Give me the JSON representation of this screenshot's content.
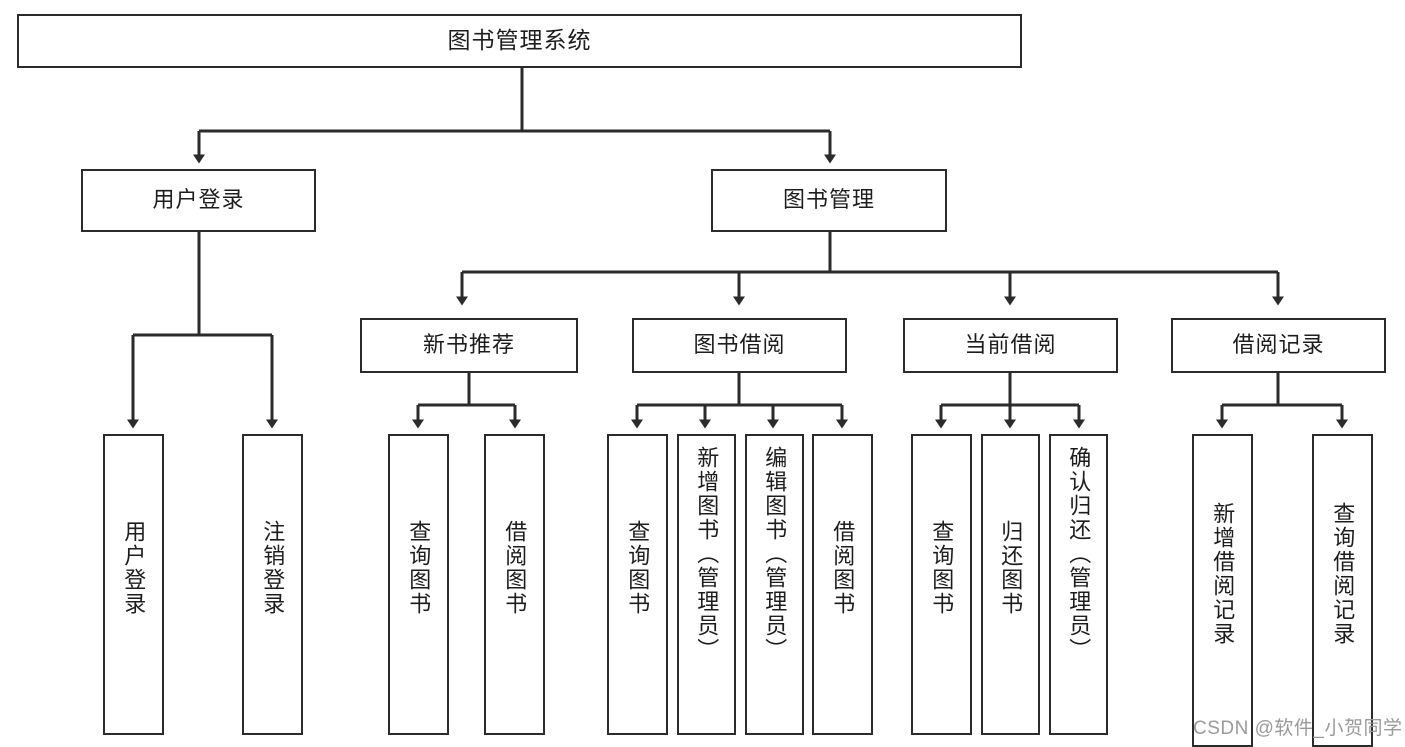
{
  "diagram": {
    "title": "图书管理系统",
    "type": "hierarchy-tree",
    "root": {
      "label": "图书管理系统"
    },
    "level2": [
      {
        "label": "用户登录"
      },
      {
        "label": "图书管理"
      }
    ],
    "level3": [
      {
        "label": "新书推荐"
      },
      {
        "label": "图书借阅"
      },
      {
        "label": "当前借阅"
      },
      {
        "label": "借阅记录"
      }
    ],
    "leaves": {
      "user_login": [
        {
          "label": "用户登录"
        },
        {
          "label": "注销登录"
        }
      ],
      "new_book_recommend": [
        {
          "label": "查询图书"
        },
        {
          "label": "借阅图书"
        }
      ],
      "book_borrow": [
        {
          "label": "查询图书"
        },
        {
          "label": "新增图书（管理员）"
        },
        {
          "label": "编辑图书（管理员）"
        },
        {
          "label": "借阅图书"
        }
      ],
      "current_borrow": [
        {
          "label": "查询图书"
        },
        {
          "label": "归还图书"
        },
        {
          "label": "确认归还（管理员）"
        }
      ],
      "borrow_record": [
        {
          "label": "新增借阅记录"
        },
        {
          "label": "查询借阅记录"
        }
      ]
    }
  },
  "watermark": {
    "text": "CSDN @软件_小贺同学"
  },
  "colors": {
    "stroke": "#2b2b2b",
    "background": "#ffffff",
    "text": "#1d1d1d",
    "watermark": "#9a9a9a"
  }
}
